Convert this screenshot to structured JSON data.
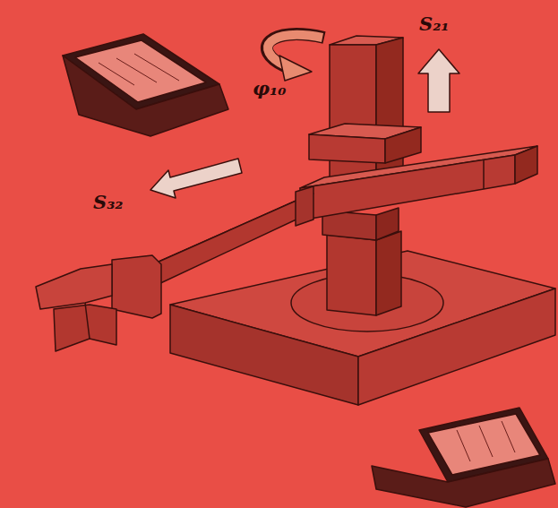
{
  "diagram": {
    "labels": [
      "S₂₁",
      "φ₁₀",
      "S₃₂"
    ]
  }
}
